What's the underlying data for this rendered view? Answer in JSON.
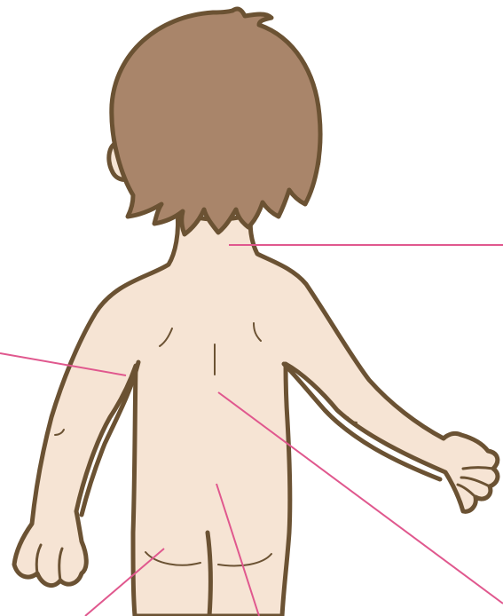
{
  "figure": {
    "subject": "child-back-view",
    "colors": {
      "skin": "#f6e4d4",
      "outline": "#6b5233",
      "hair": "#a9856a",
      "leader_line": "#e0588e",
      "background": "#ffffff"
    },
    "leader_lines": [
      {
        "target": "neck"
      },
      {
        "target": "right-arm"
      },
      {
        "target": "lower-back"
      },
      {
        "target": "left-buttock"
      },
      {
        "target": "right-buttock"
      }
    ]
  }
}
